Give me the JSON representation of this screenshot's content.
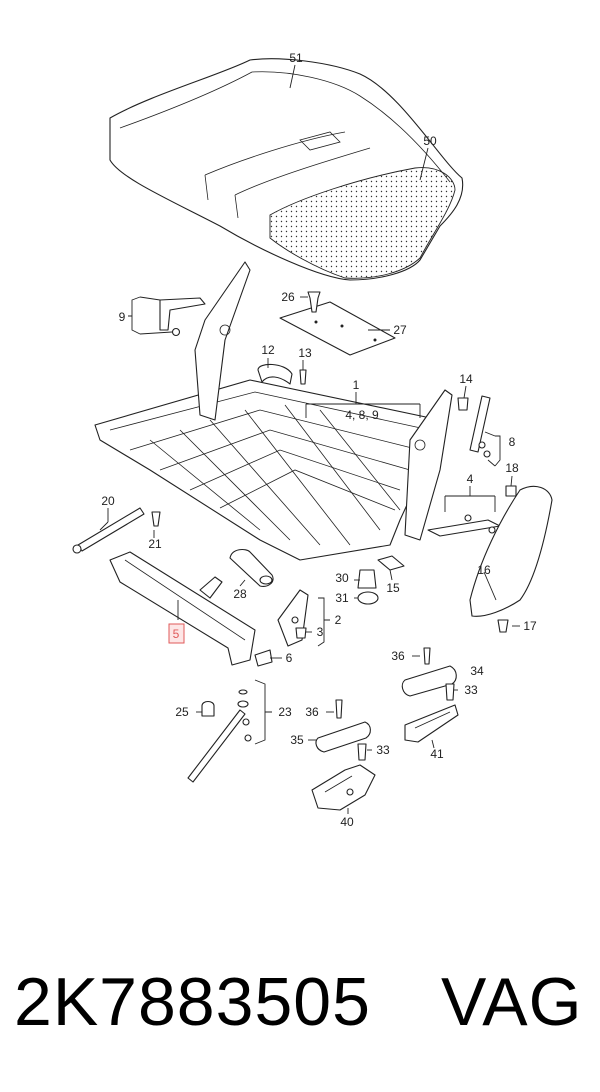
{
  "labels": {
    "l51": "51",
    "l50": "50",
    "l26": "26",
    "l27": "27",
    "l9": "9",
    "l12": "12",
    "l13": "13",
    "l1": "1",
    "l489": "4, 8, 9",
    "l14": "14",
    "l8": "8",
    "l18": "18",
    "l4": "4",
    "l20": "20",
    "l21": "21",
    "l16": "16",
    "l17": "17",
    "l30": "30",
    "l15": "15",
    "l31": "31",
    "l28": "28",
    "l2": "2",
    "l3": "3",
    "l5": "5",
    "l6": "6",
    "l36a": "36",
    "l34": "34",
    "l33a": "33",
    "l25": "25",
    "l23": "23",
    "l36b": "36",
    "l35": "35",
    "l33b": "33",
    "l41": "41",
    "l40": "40"
  },
  "footer": {
    "part_number": "2K7883505",
    "brand": "VAG"
  },
  "colors": {
    "highlight": "#e05a5a",
    "line": "#222222"
  }
}
